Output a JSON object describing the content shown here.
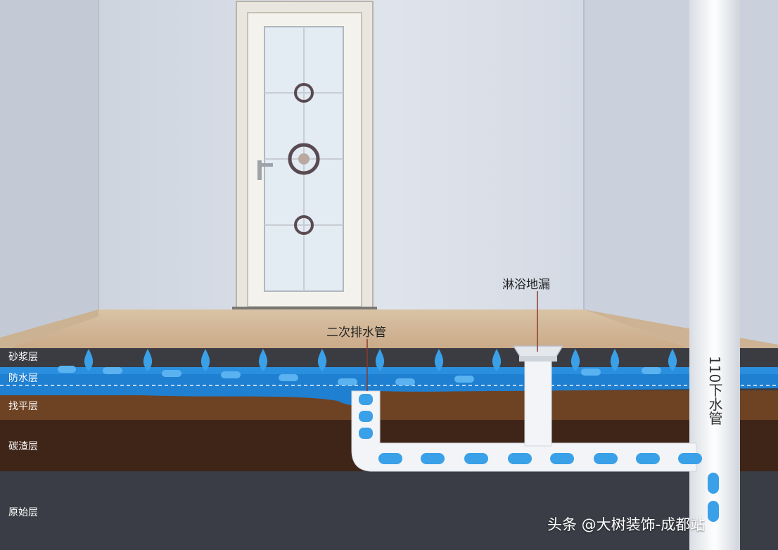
{
  "layers": [
    {
      "id": "mortar",
      "label": "砂浆层",
      "color": "#3a3c42"
    },
    {
      "id": "waterproof",
      "label": "防水层",
      "color": "#1f7fd0"
    },
    {
      "id": "leveling",
      "label": "找平层",
      "color": "#6e4324"
    },
    {
      "id": "cinder",
      "label": "碳渣层",
      "color": "#3f2418"
    },
    {
      "id": "original",
      "label": "原始层",
      "color": "#3a3d45"
    }
  ],
  "callouts": {
    "secondary_drain": "二次排水管",
    "shower_drain": "淋浴地漏",
    "main_pipe": "110下水管"
  },
  "watermark": "头条 @大树装饰-成都站",
  "colors": {
    "wall": "#d6dce6",
    "floor": "#d3b899",
    "water": "#3aa0e8",
    "pipe": "#f2f4f7"
  }
}
